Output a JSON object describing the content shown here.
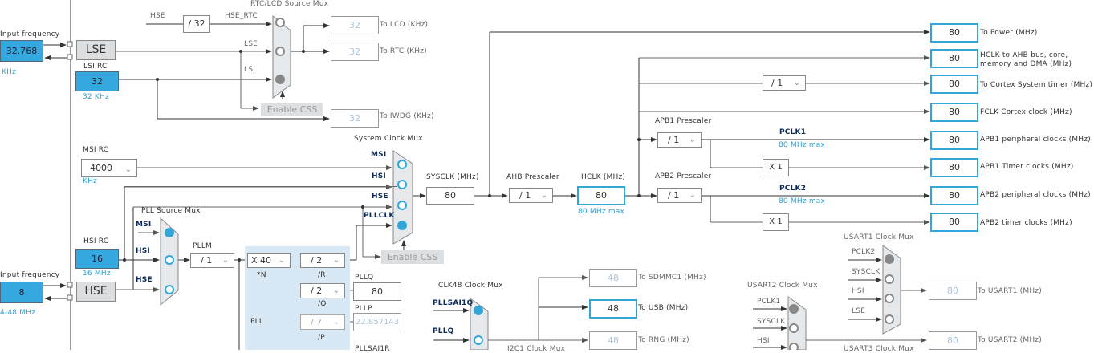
{
  "lse": {
    "input_label": "Input frequency",
    "input_value": "32.768",
    "unit": "KHz",
    "osc_label": "LSE"
  },
  "lsi": {
    "title": "LSI RC",
    "value": "32",
    "unit": "32 KHz"
  },
  "hse_input": {
    "input_label": "Input frequency",
    "input_value": "8",
    "range": "4-48 MHz",
    "osc_label": "HSE"
  },
  "msi": {
    "title": "MSI RC",
    "value": "4000",
    "unit": "KHz"
  },
  "hsi": {
    "title": "HSI RC",
    "value": "16",
    "unit": "16 MHz"
  },
  "rtc_mux": {
    "title": "RTC/LCD Source Mux",
    "hse_label": "HSE",
    "div_label": "/ 32",
    "hse_rtc_label": "HSE_RTC",
    "lse_label": "LSE",
    "lsi_label": "LSI",
    "selected": "LSI",
    "enable_css": "Enable CSS",
    "outputs": [
      {
        "value": "32",
        "label": "To LCD (KHz)"
      },
      {
        "value": "32",
        "label": "To RTC (KHz)"
      },
      {
        "value": "32",
        "label": "To IWDG (KHz)"
      }
    ]
  },
  "pll_source_mux": {
    "title": "PLL Source Mux",
    "inputs": [
      "MSI",
      "HSI",
      "HSE"
    ],
    "selected": "MSI"
  },
  "pll": {
    "title": "PLL",
    "pllm_label": "PLLM",
    "pllm_value": "/ 1",
    "n_value": "X 40",
    "n_label": "*N",
    "r_value": "/ 2",
    "r_label": "/R",
    "q_value": "/ 2",
    "q_label": "/Q",
    "p_value": "/ 7",
    "p_label": "/P",
    "pllq_label": "PLLQ",
    "pllq_value": "80",
    "pllp_label": "PLLP",
    "pllp_value": "22.857143"
  },
  "sys_mux": {
    "title": "System Clock Mux",
    "inputs": [
      "MSI",
      "HSI",
      "HSE",
      "PLLCLK"
    ],
    "selected": "PLLCLK",
    "enable_css": "Enable CSS"
  },
  "sysclk": {
    "label": "SYSCLK (MHz)",
    "value": "80"
  },
  "ahb": {
    "label": "AHB Prescaler",
    "value": "/ 1"
  },
  "hclk": {
    "label": "HCLK (MHz)",
    "value": "80",
    "max": "80 MHz max"
  },
  "cortex_timer_div": "/ 1",
  "apb1": {
    "label": "APB1 Prescaler",
    "value": "/ 1",
    "pclk": "PCLK1",
    "max": "80 MHz max",
    "timer_mul": "X 1"
  },
  "apb2": {
    "label": "APB2 Prescaler",
    "value": "/ 1",
    "pclk": "PCLK2",
    "max": "80 MHz max",
    "timer_mul": "X 1"
  },
  "outputs": [
    {
      "value": "80",
      "label": "To Power (MHz)"
    },
    {
      "value": "80",
      "label": "HCLK to AHB bus, core, memory and DMA (MHz)"
    },
    {
      "value": "80",
      "label": "To Cortex System timer (MHz)"
    },
    {
      "value": "80",
      "label": "FCLK Cortex clock (MHz)"
    },
    {
      "value": "80",
      "label": "APB1 peripheral clocks (MHz)"
    },
    {
      "value": "80",
      "label": "APB1 Timer clocks (MHz)"
    },
    {
      "value": "80",
      "label": "APB2 peripheral clocks (MHz)"
    },
    {
      "value": "80",
      "label": "APB2 timer clocks (MHz)"
    }
  ],
  "clk48_mux": {
    "title": "CLK48 Clock Mux",
    "inputs": [
      "PLLSAI1Q",
      "PLLQ"
    ],
    "selected": "PLLSAI1Q",
    "outputs": [
      {
        "value": "48",
        "label": "To SDMMC1 (MHz)"
      },
      {
        "value": "48",
        "label": "To USB (MHz)"
      },
      {
        "value": "48",
        "label": "To RNG (MHz)"
      }
    ]
  },
  "i2c1_mux_title": "I2C1 Clock Mux",
  "pllsai1_label": "PLLSAI1R",
  "usart1_mux": {
    "title": "USART1 Clock Mux",
    "inputs": [
      "PCLK2",
      "SYSCLK",
      "HSI",
      "LSE"
    ],
    "selected": "PCLK2",
    "output_value": "80",
    "output_label": "To USART1 (MHz)"
  },
  "usart2_mux": {
    "title": "USART2 Clock Mux",
    "inputs": [
      "PCLK1",
      "SYSCLK",
      "HSI"
    ],
    "selected": "PCLK1",
    "output_value": "80",
    "output_label": "To USART2 (MHz)"
  },
  "usart3_mux_title": "USART3 Clock Mux"
}
